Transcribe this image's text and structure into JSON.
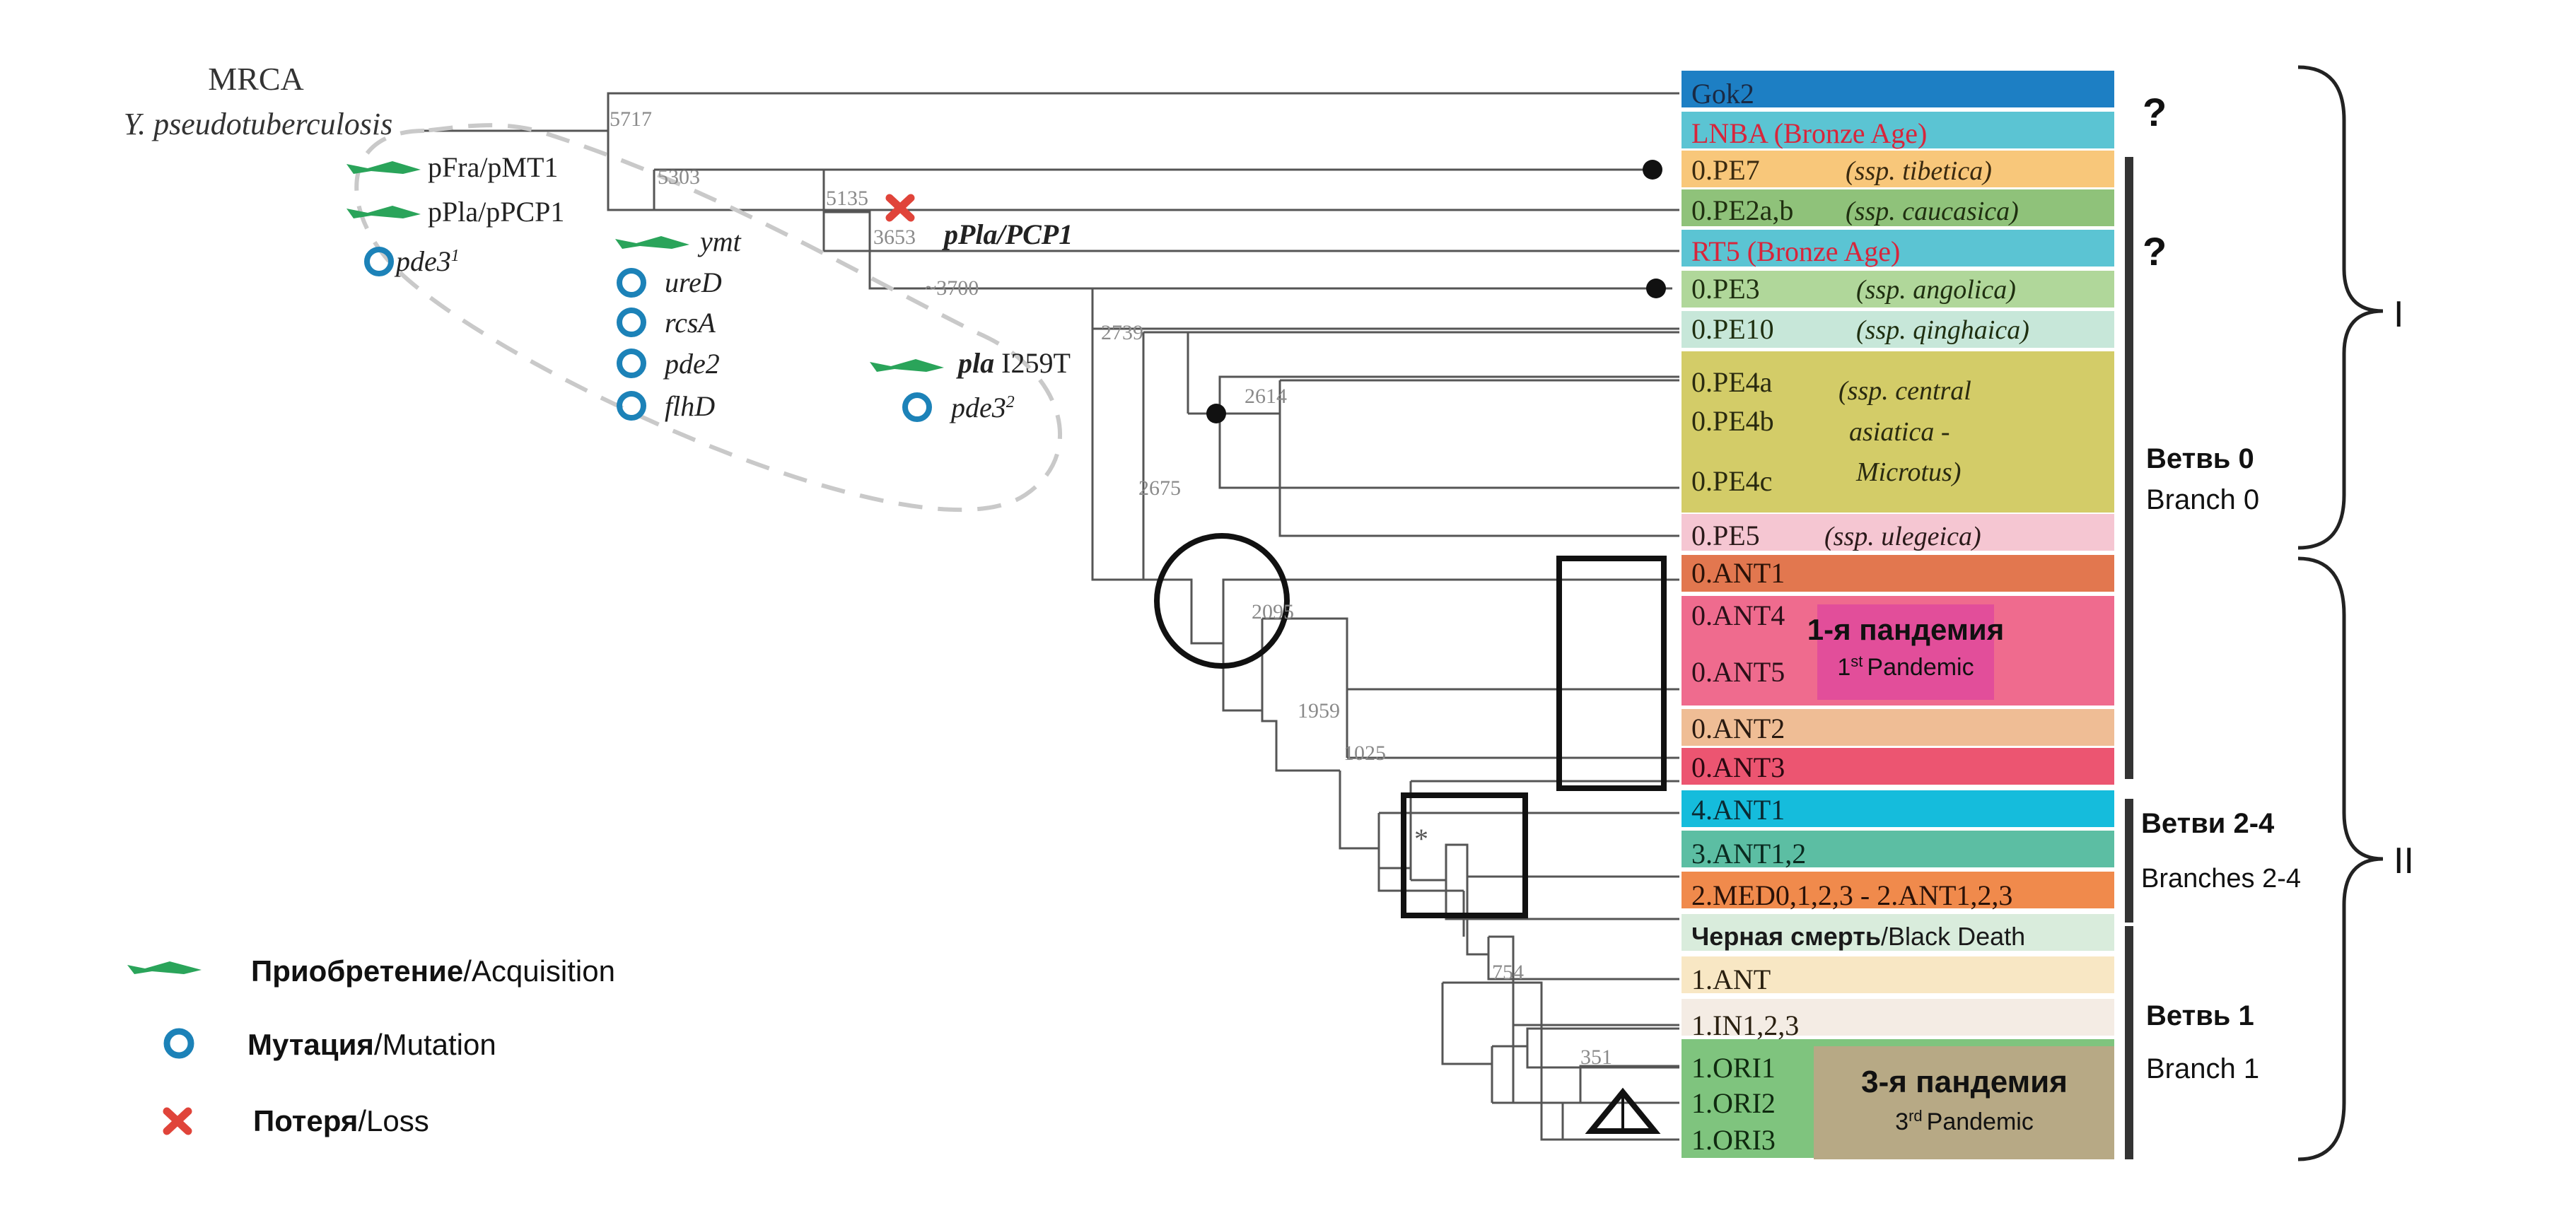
{
  "root": {
    "title": "MRCA",
    "species": "Y. pseudotuberculosis"
  },
  "node_labels": [
    "5717",
    "5303",
    "5135",
    "3653",
    "3700",
    "2739",
    "2614",
    "2675",
    "2095",
    "1959",
    "1025",
    "754",
    "351"
  ],
  "asterisk": "*",
  "events": [
    {
      "kind": "acquisition",
      "text": "pFra/pMT1"
    },
    {
      "kind": "acquisition",
      "text": "pPla/pPCP1"
    },
    {
      "kind": "mutation",
      "text": "pde3",
      "sup": "1"
    },
    {
      "kind": "acquisition",
      "text": "ymt"
    },
    {
      "kind": "mutation",
      "text": "ureD"
    },
    {
      "kind": "mutation",
      "text": "rcsA"
    },
    {
      "kind": "mutation",
      "text": "pde2"
    },
    {
      "kind": "mutation",
      "text": "flhD"
    },
    {
      "kind": "loss",
      "text": "pPla/PCP1"
    },
    {
      "kind": "acquisition",
      "text": "pla I259T"
    },
    {
      "kind": "mutation",
      "text": "pde3",
      "sup": "2"
    }
  ],
  "tips": [
    {
      "label": "Gok2",
      "color": "#1d7fc4",
      "text_color": "#1a2a44"
    },
    {
      "label": "LNBA (Bronze Age)",
      "color": "#5bc4d3",
      "text_color": "#d8253b"
    },
    {
      "label": "0.PE7",
      "subspecies": "(ssp. tibetica)",
      "color": "#f8c77a",
      "text_color": "#3a2a10"
    },
    {
      "label": "0.PE2a,b",
      "subspecies": "(ssp. caucasica)",
      "color": "#8fc27a",
      "text_color": "#1f2f10"
    },
    {
      "label": "RT5 (Bronze Age)",
      "color": "#5bc4d3",
      "text_color": "#d8253b"
    },
    {
      "label": "0.PE3",
      "subspecies": "(ssp. angolica)",
      "color": "#b0d79a",
      "text_color": "#1f2f10"
    },
    {
      "label": "0.PE10",
      "subspecies": "(ssp. qinghaica)",
      "color": "#c7e7d9",
      "text_color": "#1f2f10"
    },
    {
      "label": "0.PE4a",
      "color": "#d3cc68",
      "text_color": "#2a2a10"
    },
    {
      "label": "0.PE4b",
      "color": "#d3cc68",
      "text_color": "#2a2a10"
    },
    {
      "label": "0.PE4c",
      "color": "#d3cc68",
      "text_color": "#2a2a10"
    },
    {
      "label": "0.PE5",
      "subspecies": "(ssp. ulegeica)",
      "color": "#f5c6d2",
      "text_color": "#2a1a1a"
    },
    {
      "label": "0.ANT1",
      "color": "#e2774f",
      "text_color": "#2a1208"
    },
    {
      "label": "0.ANT4",
      "color": "#ef6b8e",
      "text_color": "#2a1018"
    },
    {
      "label": "0.ANT5",
      "color": "#ef6b8e",
      "text_color": "#2a1018"
    },
    {
      "label": "0.ANT2",
      "color": "#efbd95",
      "text_color": "#2a1a10"
    },
    {
      "label": "0.ANT3",
      "color": "#ec5571",
      "text_color": "#2a0810"
    },
    {
      "label": "4.ANT1",
      "color": "#15bcdc",
      "text_color": "#0a2a33"
    },
    {
      "label": "3.ANT1,2",
      "color": "#5cbea3",
      "text_color": "#0a2a20"
    },
    {
      "label": "2.MED0,1,2,3 - 2.ANT1,2,3",
      "color": "#f08a4c",
      "text_color": "#2a1208"
    },
    {
      "label": "Черная смерть",
      "label_suffix": "/Black Death",
      "color": "#d9ecdc",
      "text_color": "#1a1a1a"
    },
    {
      "label": "1.ANT",
      "color": "#f8e7c4",
      "text_color": "#2a2010"
    },
    {
      "label": "1.IN1,2,3",
      "color": "#f4ece4",
      "text_color": "#2a2010"
    },
    {
      "label": "1.ORI1",
      "color": "#7fc47e",
      "text_color": "#0f2a0f"
    },
    {
      "label": "1.ORI2",
      "color": "#7fc47e",
      "text_color": "#0f2a0f"
    },
    {
      "label": "1.ORI3",
      "color": "#7fc47e",
      "text_color": "#0f2a0f"
    }
  ],
  "group_labels": {
    "pe4_group": "(ssp. central asiatica - Microtus)",
    "pandemic1": {
      "title": "1-я пандемия",
      "sub": "Pandemic",
      "sup": "st",
      "sub_prefix": "1"
    },
    "pandemic3": {
      "title": "3-я пандемия",
      "sub": "Pandemic",
      "sup": "rd",
      "sub_prefix": "3"
    }
  },
  "branches": [
    {
      "bold": "Ветвь 0",
      "plain": "Branch 0"
    },
    {
      "bold": "Ветви 2-4",
      "plain": "Branches 2-4"
    },
    {
      "bold": "Ветвь 1",
      "plain": "Branch 1"
    }
  ],
  "question_marks": [
    "?",
    "?"
  ],
  "clade_labels": [
    "I",
    "II"
  ],
  "legend": [
    {
      "icon": "acquisition",
      "bold": "Приобретение",
      "plain": "/Acquisition"
    },
    {
      "icon": "mutation",
      "bold": "Мутация",
      "plain": "/Mutation"
    },
    {
      "icon": "loss",
      "bold": "Потеря",
      "plain": "/Loss"
    }
  ],
  "colors": {
    "tree_line": "#555555",
    "node_label": "#8a8a8a",
    "acquisition": "#2aa45a",
    "mutation": "#1c82b8",
    "loss": "#e0443a",
    "pandemic1": "#e24e9a",
    "pandemic3": "#b7a985"
  }
}
